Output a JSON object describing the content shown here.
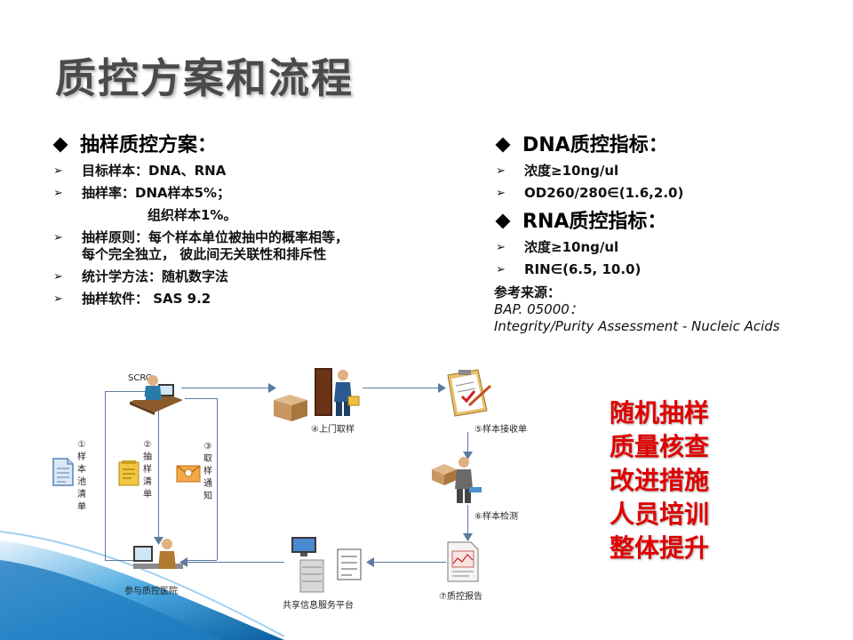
{
  "title": "质控方案和流程",
  "left": {
    "heading": "抽样质控方案：",
    "items": [
      "目标样本：DNA、RNA",
      "抽样率：DNA样本5%；",
      "组织样本1%。",
      "抽样原则：每个样本单位被抽中的概率相等，",
      "每个完全独立， 彼此间无关联性和排斥性",
      "统计学方法：随机数字法",
      "抽样软件： SAS 9.2"
    ]
  },
  "right": {
    "dna_heading": "DNA质控指标：",
    "dna_items": [
      "浓度≥10ng/ul",
      "OD260/280∈(1.6,2.0)"
    ],
    "rna_heading": "RNA质控指标：",
    "rna_items": [
      "浓度≥10ng/ul",
      "RIN∈(6.5, 10.0)"
    ],
    "ref_label": "参考来源：",
    "ref_line1": "BAP. 05000：",
    "ref_line2": "Integrity/Purity Assessment - Nucleic Acids"
  },
  "slogans": [
    "随机抽样",
    "质量核查",
    "改进措施",
    "人员培训",
    "整体提升"
  ],
  "diagram": {
    "scrc": "SCRC",
    "step1": [
      "①",
      "样",
      "本",
      "池",
      "清",
      "单"
    ],
    "step2": [
      "②",
      "抽",
      "样",
      "清",
      "单"
    ],
    "step3": [
      "③",
      "取",
      "样",
      "通",
      "知"
    ],
    "step4": "④上门取样",
    "step5": "⑤样本接收单",
    "step6": "⑥样本检测",
    "step7": "⑦质控报告",
    "hospital": "参与质控医院",
    "platform": "共享信息服务平台"
  },
  "colors": {
    "slogan": "#e00000",
    "title": "#4a4a4a",
    "line": "#5a7aa0",
    "wave": "#2a8ccf"
  },
  "bullet_icon": "arrow-bullet-icon",
  "heading_icon": "diamond-bullet-icon"
}
